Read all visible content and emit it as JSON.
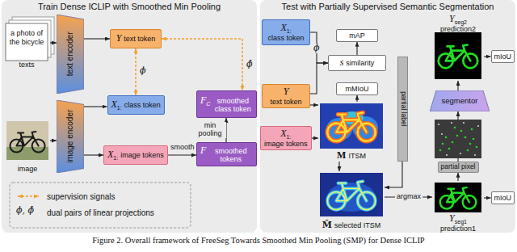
{
  "diagram": {
    "caption": "Figure 2. Overall framework of FreeSeg Towards Smoothed Min Pooling (SMP) for Dense ICLIP",
    "nodes": [
      {
        "text": [
          "Train Dense ICLIP with Smoothed Min Pooling"
        ]
      },
      {
        "text": [
          "a photo of the bicycle",
          "texts"
        ],
        "in": 0
      },
      {
        "text": [
          "text encoder"
        ],
        "in": 0
      },
      {
        "text": [
          "image"
        ],
        "in": 0
      },
      {
        "text": [
          "image encoder"
        ],
        "in": 0
      },
      {
        "text": [
          "Y",
          "text token"
        ],
        "in": 0
      },
      {
        "text": [
          "X",
          "1:",
          "class token"
        ],
        "in": 0
      },
      {
        "text": [
          "X",
          "1:",
          "image tokens"
        ],
        "in": 0
      },
      {
        "text": [
          "F",
          "C",
          "smoothed class token"
        ],
        "in": 0
      },
      {
        "text": [
          "F",
          "smoothed tokens"
        ],
        "in": 0
      },
      {
        "text": [
          "Test with Partially Supervised Semantic Segmentation"
        ]
      },
      {
        "text": [
          "X",
          "1:",
          "class token"
        ],
        "in": 10
      },
      {
        "text": [
          "mAP"
        ],
        "in": 10
      },
      {
        "text": [
          "s",
          "similarity"
        ],
        "in": 10
      },
      {
        "text": [
          "Y",
          "text token"
        ],
        "in": 10
      },
      {
        "text": [
          "mMIoU"
        ],
        "in": 10
      },
      {
        "text": [
          "X",
          "1:",
          "image tokens"
        ],
        "in": 10
      },
      {
        "text": [
          "M",
          "ITSM"
        ],
        "in": 10
      },
      {
        "text": [
          "partial label"
        ],
        "in": 10
      },
      {
        "text": [
          "M̂",
          "selected ITSM"
        ],
        "in": 10
      },
      {
        "text": [
          "segmentor"
        ],
        "in": 10
      },
      {
        "text": [
          "Y",
          "seg2",
          "prediction2"
        ],
        "in": 10
      },
      {
        "text": [
          "mIoU"
        ],
        "in": 10
      },
      {
        "text": [
          "partial pixel"
        ],
        "in": 10
      },
      {
        "text": [
          "Y",
          "seg1",
          "prediction1"
        ],
        "in": 10
      },
      {
        "text": [
          "mIoU"
        ],
        "in": 10
      }
    ],
    "edges": [
      {
        "from": 1,
        "to": 2,
        "arrow": "to"
      },
      {
        "from": 3,
        "to": 4,
        "arrow": "to"
      },
      {
        "from": 2,
        "to": 5,
        "arrow": "to"
      },
      {
        "from": 4,
        "to": 6,
        "arrow": "to"
      },
      {
        "from": 4,
        "to": 7,
        "arrow": "to"
      },
      {
        "from": 7,
        "to": 9,
        "arrow": "to",
        "label": "smooth"
      },
      {
        "from": 9,
        "to": 8,
        "arrow": "to",
        "label": "min pooling"
      },
      {
        "from": 5,
        "to": 6,
        "arrow": "both",
        "label": "ϕ"
      },
      {
        "from": 5,
        "to": 8,
        "arrow": "both",
        "label": "ϕ̂"
      },
      {
        "from": 11,
        "to": 13,
        "arrow": "to",
        "label": "ϕ"
      },
      {
        "from": 14,
        "to": 13,
        "arrow": "to"
      },
      {
        "from": 13,
        "to": 12,
        "arrow": "to"
      },
      {
        "from": 14,
        "to": 17,
        "arrow": "to"
      },
      {
        "from": 16,
        "to": 17,
        "arrow": "to"
      },
      {
        "from": 17,
        "to": 15,
        "arrow": "to"
      },
      {
        "from": 17,
        "to": 19,
        "arrow": "to"
      },
      {
        "from": 18,
        "to": 19,
        "arrow": "to"
      },
      {
        "from": 19,
        "to": 24,
        "arrow": "to",
        "label": "argmax"
      },
      {
        "from": 24,
        "to": 23,
        "arrow": "to"
      },
      {
        "from": 23,
        "to": 20,
        "arrow": "to"
      },
      {
        "from": 20,
        "to": 21,
        "arrow": "to"
      },
      {
        "from": 21,
        "to": 22,
        "arrow": "to"
      },
      {
        "from": 24,
        "to": 25,
        "arrow": "to"
      }
    ],
    "labels": [
      "ϕ, ϕ̂"
    ],
    "legend": [
      {
        "text": "supervision signals"
      },
      {
        "text": "dual pairs of linear projections"
      }
    ]
  }
}
